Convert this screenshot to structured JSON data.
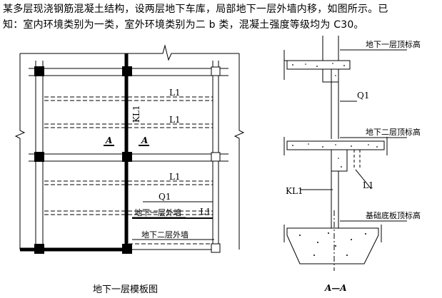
{
  "problem": {
    "line1": "某多层现浇钢筋混凝土结构，设两层地下车库，局部地下一层外墙内移，如图所示。已",
    "line2": "知：室内环境类别为一类，室外环境类别为二 b 类，混凝土强度等级均为 C30。"
  },
  "plan": {
    "caption": "地下一层模板图",
    "beam_labels": [
      "L1",
      "L1",
      "L1",
      "L1"
    ],
    "kl_label": "KL1",
    "section_mark": "A",
    "q_label": "Q1",
    "wall_b1": "地下一层外墙",
    "wall_b2": "地下二层外墙"
  },
  "section": {
    "caption": "A—A",
    "top_label": "地下一层顶标高",
    "q_label": "Q1",
    "mid_label": "地下二层顶标高",
    "kl_label": "KL1",
    "l_label": "L1",
    "base_label": "基础底板顶标高"
  }
}
